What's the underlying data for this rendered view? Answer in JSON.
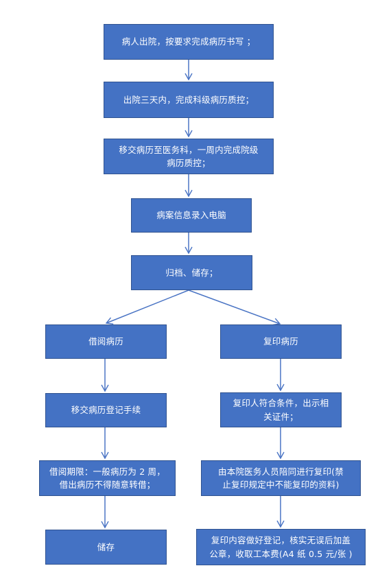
{
  "theme": {
    "box_fill": "#4472c4",
    "box_border": "#2f528f",
    "arrow_color": "#4a74c4",
    "text_color": "#ffffff"
  },
  "nodes": {
    "discharge": "病人出院，按要求完成病历书写 ；",
    "dept_qc": "出院三天内，完成科级病历质控；",
    "transfer_hospital_qc": "移交病历至医务科，一周内完成院级\n病历质控；",
    "computer_entry": "病案信息录入电脑",
    "archive": "归档、储存；",
    "borrow": "借阅病历",
    "borrow_register": "移交病历登记手续",
    "borrow_period": "借阅期限：一般病历为 2 周，\n借出病历不得随意转借；",
    "storage": "储存",
    "copy": "复印病历",
    "copy_condition": "复印人符合条件，出示相\n关证件；",
    "copy_staff": "由本院医务人员陪同进行复印(禁\n止复印规定中不能复印的资料)",
    "copy_record": "复印内容做好登记，核实无误后加盖\n公章，收取工本费(A4 纸 0.5 元/张 )"
  }
}
